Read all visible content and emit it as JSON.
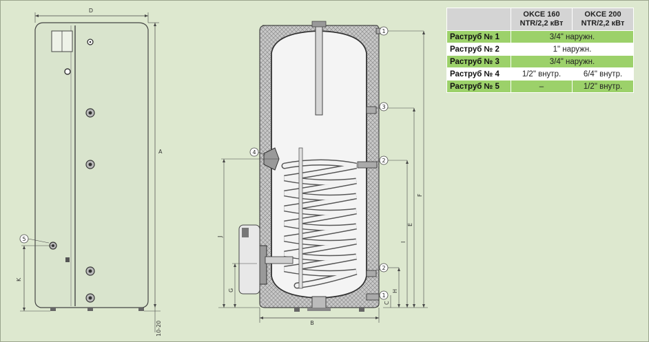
{
  "table": {
    "headers": [
      "",
      "OKCE 160\nNTR/2,2 кВт",
      "OKCE 200\nNTR/2,2 кВт"
    ],
    "rows": [
      {
        "label": "Раструб № 1",
        "merged": true,
        "value": "3/4\" наружн."
      },
      {
        "label": "Раструб № 2",
        "merged": true,
        "value": "1\" наружн."
      },
      {
        "label": "Раструб № 3",
        "merged": true,
        "value": "3/4\" наружн."
      },
      {
        "label": "Раструб № 4",
        "merged": false,
        "okce160": "1/2\" внутр.",
        "okce200": "6/4\" внутр."
      },
      {
        "label": "Раструб № 5",
        "merged": false,
        "okce160": "–",
        "okce200": "1/2\" внутр."
      }
    ]
  },
  "drawing": {
    "dimension_labels": {
      "D": "D",
      "A": "A",
      "K": "K",
      "gap": "10-20",
      "B": "B",
      "J": "J",
      "G": "G",
      "I": "I",
      "E": "E",
      "F": "F",
      "C": "C",
      "H": "H"
    },
    "connection_numbers": {
      "c1_top": "1",
      "c3": "3",
      "c2_upper": "2",
      "c4": "4",
      "c2_lower": "2",
      "c1_bottom": "1",
      "c5": "5"
    }
  }
}
